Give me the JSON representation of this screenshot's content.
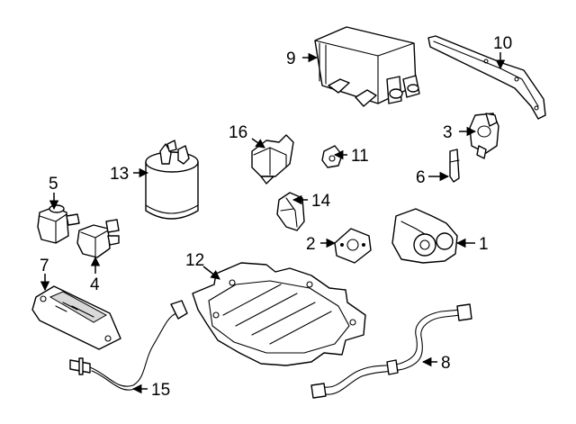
{
  "callouts": {
    "c1": "1",
    "c2": "2",
    "c3": "3",
    "c4": "4",
    "c5": "5",
    "c6": "6",
    "c7": "7",
    "c8": "8",
    "c9": "9",
    "c10": "10",
    "c11": "11",
    "c12": "12",
    "c13": "13",
    "c14": "14",
    "c15": "15",
    "c16": "16"
  },
  "colors": {
    "line": "#000000",
    "background": "#ffffff",
    "shade": "#d9d9d9"
  }
}
